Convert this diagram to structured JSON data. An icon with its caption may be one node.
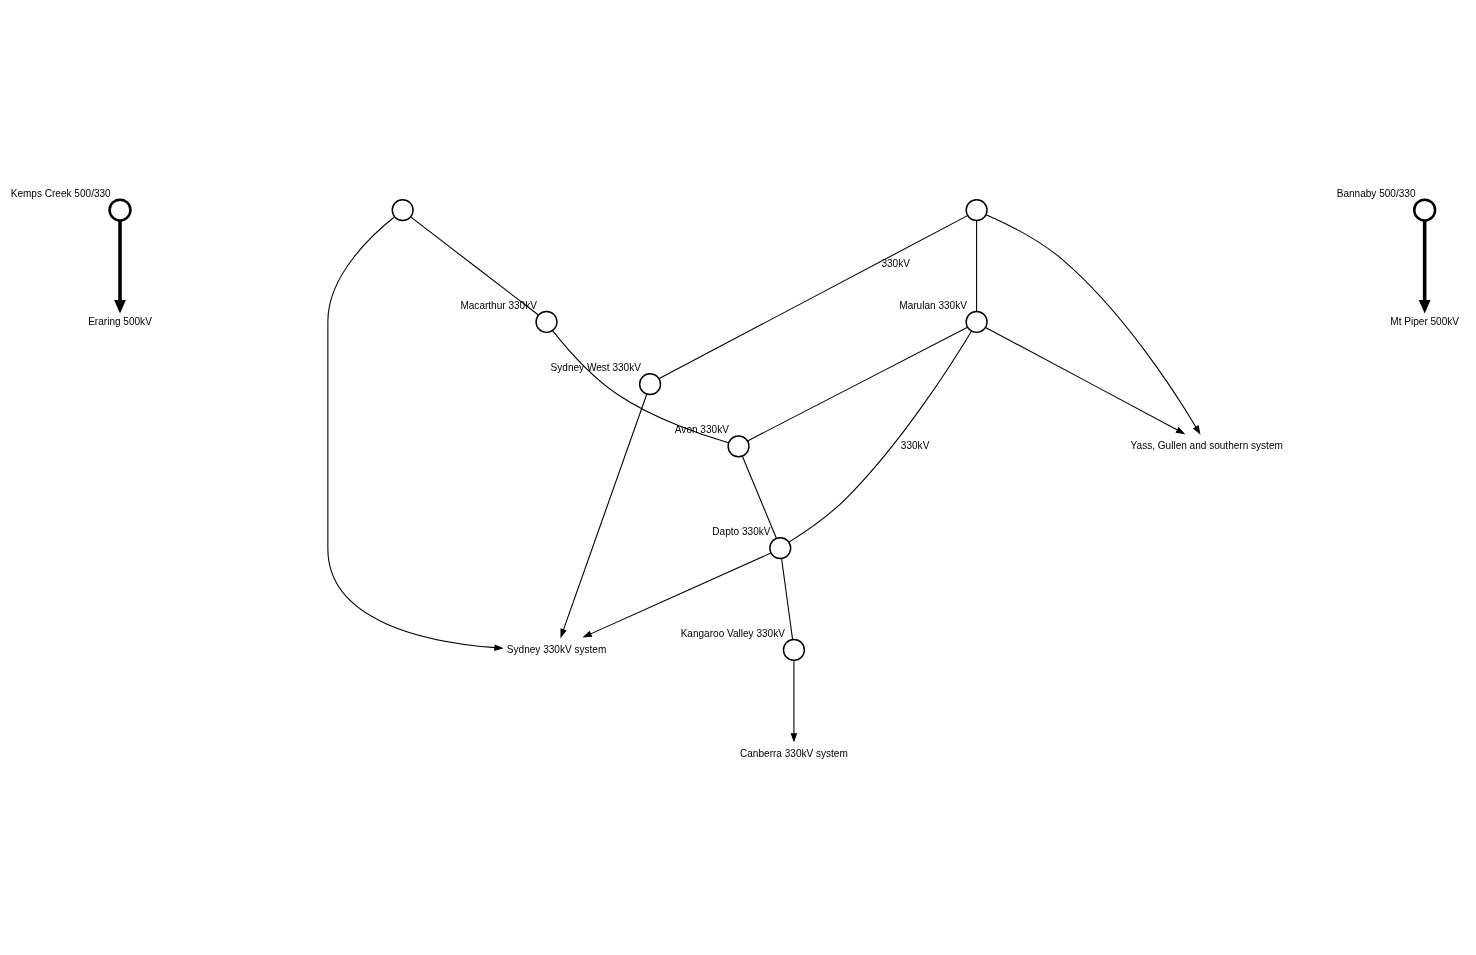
{
  "diagram": {
    "nodes": [
      {
        "text": [
          "Eraring 500kV"
        ]
      },
      {
        "text": [],
        "shape": "circle",
        "beside": [
          "Sydney West 330kV"
        ]
      },
      {
        "text": [
          "Mt Piper 500kV"
        ]
      },
      {
        "text": [],
        "shape": "circle",
        "beside": [
          "Kemps Creek 500/330"
        ]
      },
      {
        "text": [],
        "shape": "circle"
      },
      {
        "text": [
          "Sydney 330kV system"
        ]
      },
      {
        "text": [],
        "shape": "circle",
        "beside": [
          "Macarthur 330kV"
        ]
      },
      {
        "text": [],
        "shape": "circle",
        "beside": [
          "Bannaby 500/330"
        ]
      },
      {
        "text": [],
        "shape": "circle"
      },
      {
        "text": [
          "Yass, Gullen and southern system"
        ]
      },
      {
        "text": [],
        "shape": "circle",
        "beside": [
          "Avon 330kV"
        ]
      },
      {
        "text": [],
        "shape": "circle",
        "beside": [
          "Marulan 330kV"
        ]
      },
      {
        "text": [],
        "shape": "circle",
        "beside": [
          "Dapto 330kV"
        ]
      },
      {
        "text": [],
        "shape": "circle",
        "beside": [
          "Kangaroo Valley 330kV"
        ]
      },
      {
        "text": [
          "Canberra 330kV system"
        ]
      }
    ],
    "edges": [
      {
        "from": 3,
        "to": 0,
        "arrow": "to",
        "style": "thick"
      },
      {
        "from": 8,
        "to": 1,
        "arrow": "none",
        "label": "330kV"
      },
      {
        "from": 1,
        "to": 5,
        "arrow": "to"
      },
      {
        "from": 4,
        "to": 5,
        "arrow": "to"
      },
      {
        "from": 4,
        "to": 6,
        "arrow": "none"
      },
      {
        "from": 7,
        "to": 2,
        "arrow": "to",
        "style": "thick"
      },
      {
        "from": 8,
        "to": 9,
        "arrow": "to"
      },
      {
        "from": 8,
        "to": 11,
        "arrow": "none"
      },
      {
        "from": 6,
        "to": 10,
        "arrow": "none"
      },
      {
        "from": 11,
        "to": 10,
        "arrow": "none"
      },
      {
        "from": 10,
        "to": 12,
        "arrow": "none"
      },
      {
        "from": 11,
        "to": 12,
        "arrow": "none",
        "label": "330kV"
      },
      {
        "from": 11,
        "to": 9,
        "arrow": "to"
      },
      {
        "from": 12,
        "to": 5,
        "arrow": "to"
      },
      {
        "from": 12,
        "to": 13,
        "arrow": "none"
      },
      {
        "from": 13,
        "to": 14,
        "arrow": "to"
      }
    ]
  }
}
